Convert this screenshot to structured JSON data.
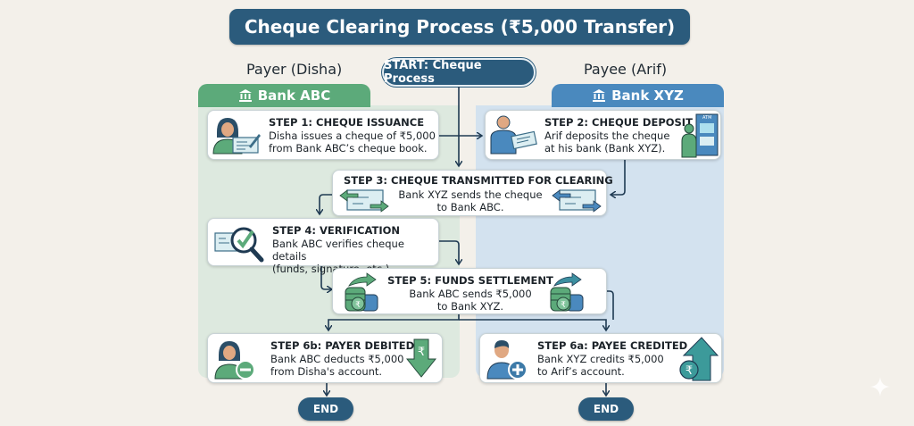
{
  "title": "Cheque Clearing Process (₹5,000 Transfer)",
  "start_label": "START: Cheque Process",
  "lanes": {
    "payer": {
      "label": "Payer (Disha)",
      "bank": "Bank ABC",
      "bank_icon": "bank-icon",
      "color": "#5caa7a"
    },
    "payee": {
      "label": "Payee (Arif)",
      "bank": "Bank XYZ",
      "bank_icon": "bank-icon",
      "color": "#4a89be"
    }
  },
  "steps": {
    "step1": {
      "title": "STEP 1: CHEQUE ISSUANCE",
      "desc": [
        "Disha issues a cheque of ₹5,000",
        "from Bank ABC’s cheque book."
      ],
      "icon": "person-writing-cheque-icon"
    },
    "step2": {
      "title": "STEP 2: CHEQUE DEPOSIT",
      "desc": [
        "Arif deposits the cheque",
        "at his bank (Bank XYZ)."
      ],
      "icon": "person-holding-cheque-icon",
      "icon2": "atm-icon",
      "atm_label": "ATM"
    },
    "step3": {
      "title": "STEP 3: CHEQUE TRANSMITTED FOR CLEARING",
      "desc": [
        "Bank XYZ sends the cheque",
        "to Bank ABC."
      ],
      "icon": "cheque-exchange-icon"
    },
    "step4": {
      "title": "STEP 4: VERIFICATION",
      "desc": [
        "Bank ABC verifies cheque details",
        "(funds, signature, etc.)."
      ],
      "icon": "magnifier-check-icon"
    },
    "step5": {
      "title": "STEP 5: FUNDS SETTLEMENT",
      "desc": [
        "Bank ABC sends ₹5,000",
        "to Bank XYZ."
      ],
      "icon": "coins-transfer-icon"
    },
    "step6b": {
      "title": "STEP 6b: PAYER DEBITED",
      "desc": [
        "Bank ABC deducts ₹5,000",
        "from Disha's account."
      ],
      "icon": "person-minus-icon",
      "icon2": "rupee-down-arrow-icon"
    },
    "step6a": {
      "title": "STEP 6a: PAYEE CREDITED",
      "desc": [
        "Bank XYZ credits ₹5,000",
        "to Arif’s account."
      ],
      "icon": "person-plus-icon",
      "icon2": "rupee-up-arrow-icon"
    }
  },
  "end_label": "END",
  "rupee_symbol": "₹",
  "colors": {
    "primary": "#2b5b7c",
    "green": "#5caa7a",
    "blue": "#4a89be",
    "green_lane": "#dde9df",
    "blue_lane": "#d3e2ef",
    "background": "#f3f0ea"
  }
}
